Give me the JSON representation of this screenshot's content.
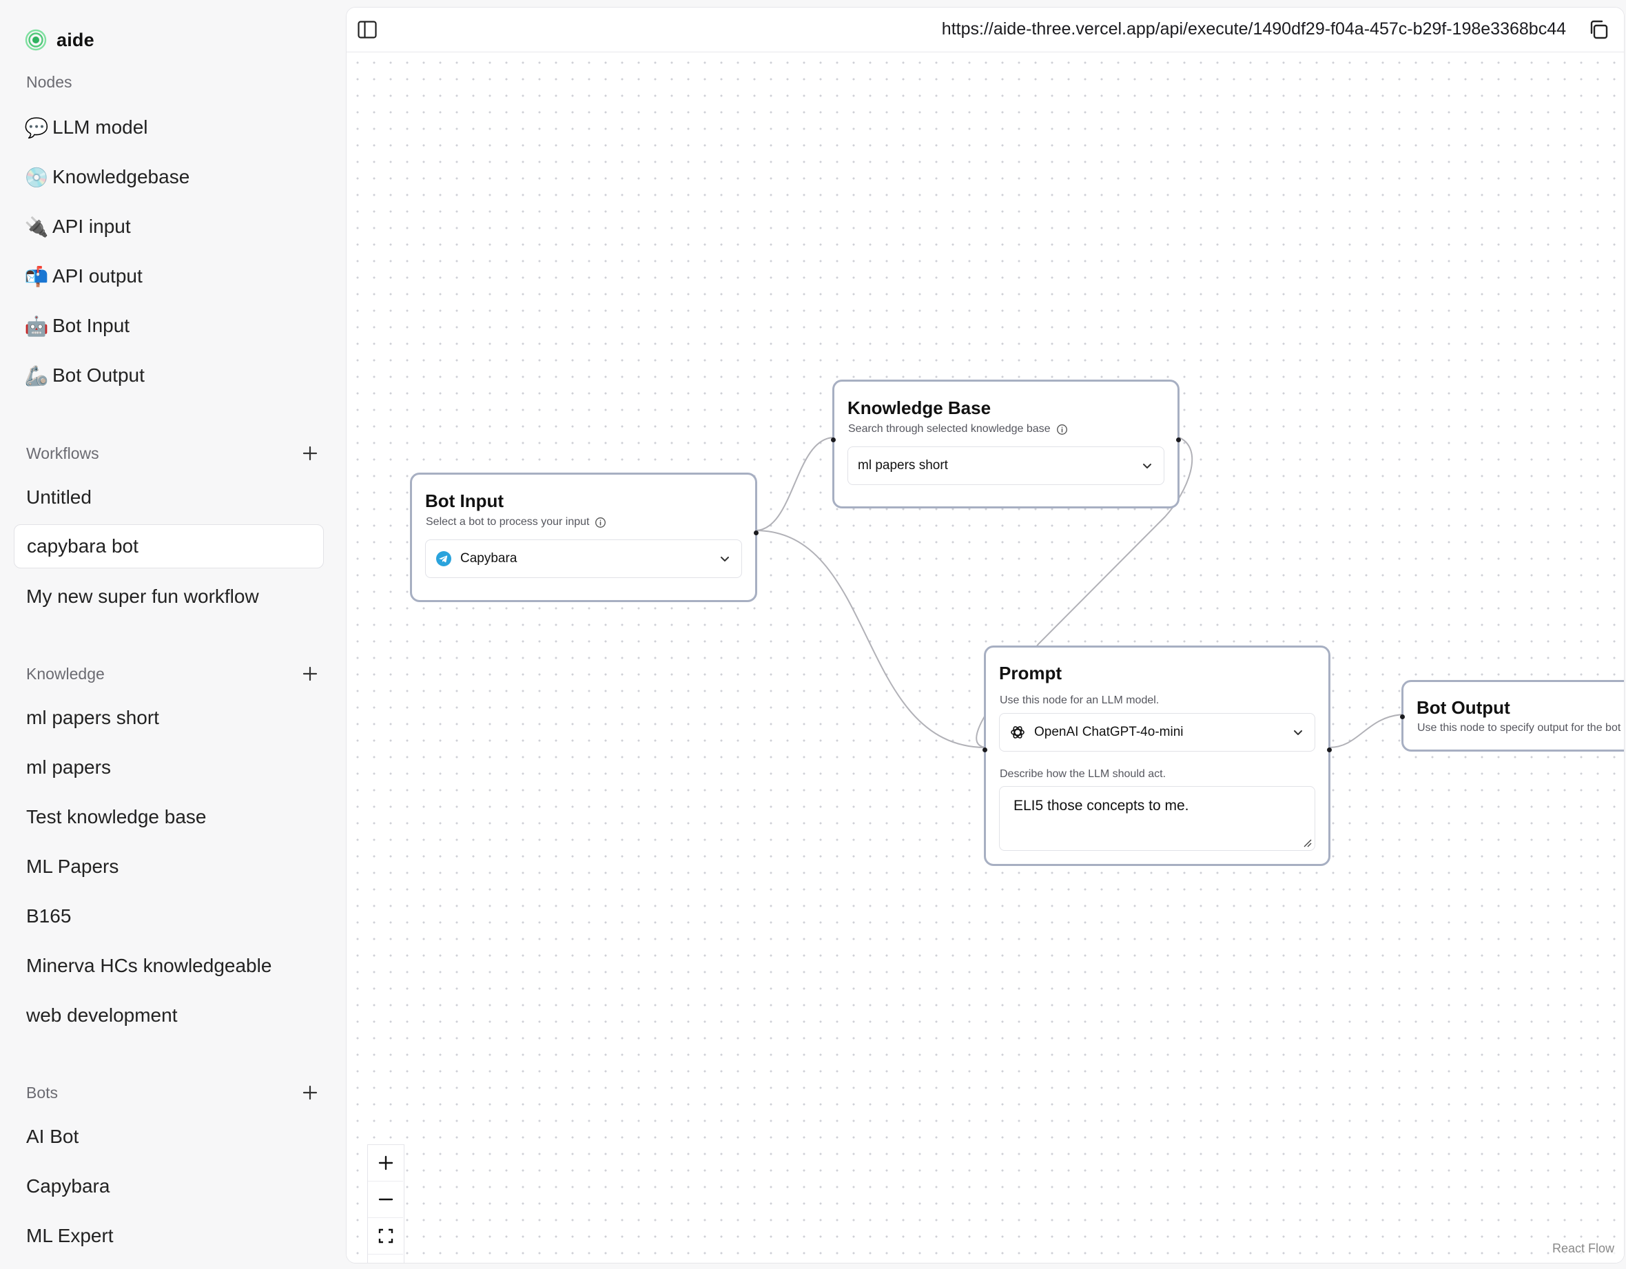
{
  "app": {
    "name": "aide"
  },
  "sidebar": {
    "nodes_title": "Nodes",
    "node_types": [
      {
        "emoji": "💬",
        "label": "LLM model"
      },
      {
        "emoji": "💿",
        "label": "Knowledgebase"
      },
      {
        "emoji": "🔌",
        "label": "API input"
      },
      {
        "emoji": "📬",
        "label": "API output"
      },
      {
        "emoji": "🤖",
        "label": "Bot Input"
      },
      {
        "emoji": "🦾",
        "label": "Bot Output"
      }
    ],
    "workflows_title": "Workflows",
    "workflows": [
      "Untitled",
      "capybara bot",
      "My new super fun workflow"
    ],
    "active_workflow": "capybara bot",
    "knowledge_title": "Knowledge",
    "knowledge": [
      "ml papers short",
      "ml papers",
      "Test knowledge base",
      "ML Papers",
      "B165",
      "Minerva HCs knowledgeable",
      "web development"
    ],
    "bots_title": "Bots",
    "bots": [
      "AI Bot",
      "Capybara",
      "ML Expert"
    ]
  },
  "topbar": {
    "url": "https://aide-three.vercel.app/api/execute/1490df29-f04a-457c-b29f-198e3368bc44"
  },
  "nodes": {
    "bot_input": {
      "title": "Bot Input",
      "subtitle": "Select a bot to process your input",
      "selected": "Capybara"
    },
    "knowledge_base": {
      "title": "Knowledge Base",
      "subtitle": "Search through selected knowledge base",
      "selected": "ml papers short"
    },
    "prompt": {
      "title": "Prompt",
      "subtitle": "Use this node for an LLM model.",
      "model": "OpenAI ChatGPT-4o-mini",
      "instructions_label": "Describe how the LLM should act.",
      "instructions": "ELI5 those concepts to me."
    },
    "bot_output": {
      "title": "Bot Output",
      "subtitle": "Use this node to specify output for the bot"
    }
  },
  "canvas": {
    "attribution": "React Flow"
  },
  "colors": {
    "node_border": "#a7afc2",
    "edge": "#b1b1b7",
    "telegram": "#2aa3dc"
  }
}
